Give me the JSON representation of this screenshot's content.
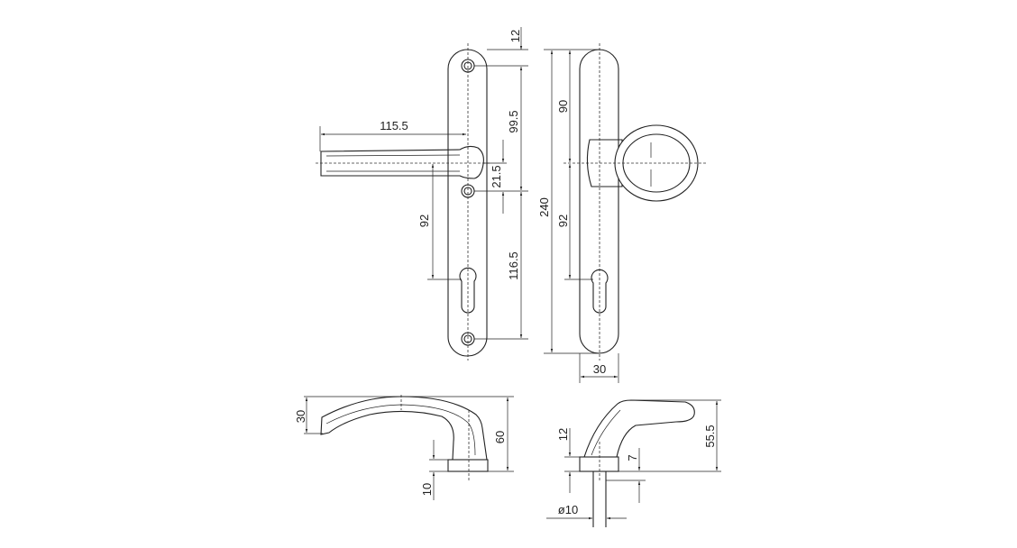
{
  "front_view": {
    "lever_length": "115.5",
    "top_offset": "12",
    "screw_spacing_top": "99.5",
    "lever_offset": "21.5",
    "screw_spacing_bottom": "116.5",
    "lever_to_cylinder": "92"
  },
  "knob_view": {
    "overall_height": "240",
    "top_to_knob": "90",
    "knob_to_cylinder": "92",
    "plate_width": "30"
  },
  "lever_side_view": {
    "grip_height": "30",
    "total_height": "60",
    "rose_height": "10"
  },
  "knob_side_view": {
    "rose_height": "12",
    "total_height": "55.5",
    "spindle_offset": "7",
    "spindle_diameter": "ø10"
  }
}
